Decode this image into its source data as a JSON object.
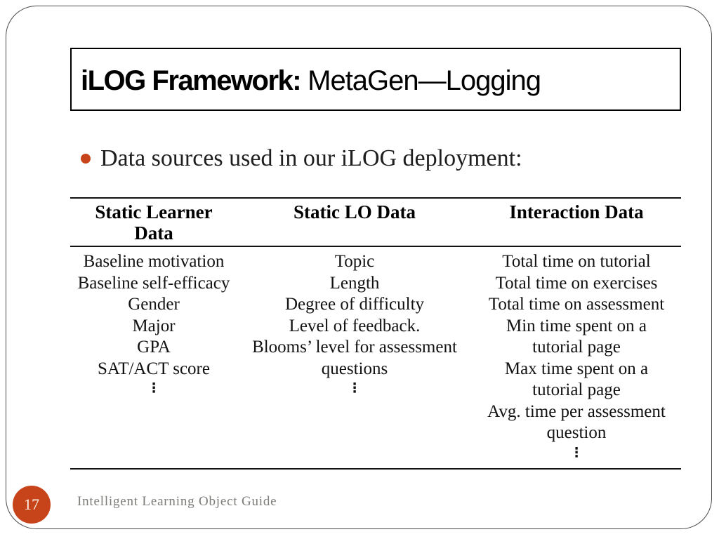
{
  "title": {
    "bold": "iLOG Framework:",
    "regular": "MetaGen—Logging"
  },
  "bullet": {
    "text": "Data sources used in our iLOG deployment:"
  },
  "table": {
    "columns": [
      {
        "header": "Static Learner Data",
        "items": [
          "Baseline motivation",
          "Baseline self-efficacy",
          "Gender",
          "Major",
          "GPA",
          "SAT/ACT score",
          "⋮"
        ]
      },
      {
        "header": "Static LO Data",
        "items": [
          "Topic",
          "Length",
          "Degree of difficulty",
          "Level of feedback.",
          "Blooms’ level for assessment questions",
          "⋮"
        ]
      },
      {
        "header": "Interaction Data",
        "items": [
          "Total time on tutorial",
          "Total time on exercises",
          "Total time on assessment",
          "Min time spent on a tutorial page",
          "Max time spent on a tutorial page",
          "Avg. time per assessment question",
          "⋮"
        ]
      }
    ]
  },
  "footer": {
    "page_number": "17",
    "text": "Intelligent Learning Object Guide"
  },
  "colors": {
    "accent": "#c7431a",
    "footer_text": "#7d7c78",
    "frame_border": "#4a4a4a",
    "title_border": "#000000",
    "body_text": "#121212"
  }
}
